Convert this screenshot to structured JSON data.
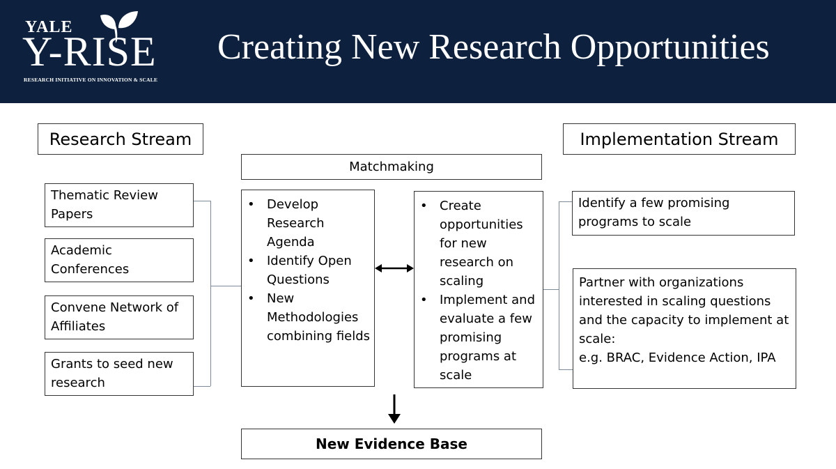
{
  "header": {
    "logo": {
      "top": "YALE",
      "main": "Y-RISE",
      "sub": "RESEARCH INITIATIVE ON INNOVATION & SCALE"
    },
    "title": "Creating New Research Opportunities"
  },
  "research_stream": {
    "title": "Research Stream",
    "items": [
      {
        "label": "Thematic Review Papers"
      },
      {
        "label": "Academic Conferences"
      },
      {
        "label": "Convene Network of Affiliates"
      },
      {
        "label": "Grants to seed new research"
      }
    ]
  },
  "matchmaking": {
    "label": "Matchmaking",
    "left_bullets": [
      "Develop Research Agenda",
      "Identify Open Questions",
      "New Methodologies combining fields"
    ],
    "right_bullets": [
      "Create opportunities for new research on scaling",
      "Implement and evaluate a few promising programs at scale"
    ]
  },
  "implementation_stream": {
    "title": "Implementation Stream",
    "items": [
      {
        "label": "Identify a few promising programs to scale"
      },
      {
        "label": "Partner with organizations interested in scaling questions and the capacity to implement at scale:\ne.g. BRAC, Evidence Action, IPA"
      }
    ]
  },
  "result": {
    "label": "New Evidence Base"
  }
}
